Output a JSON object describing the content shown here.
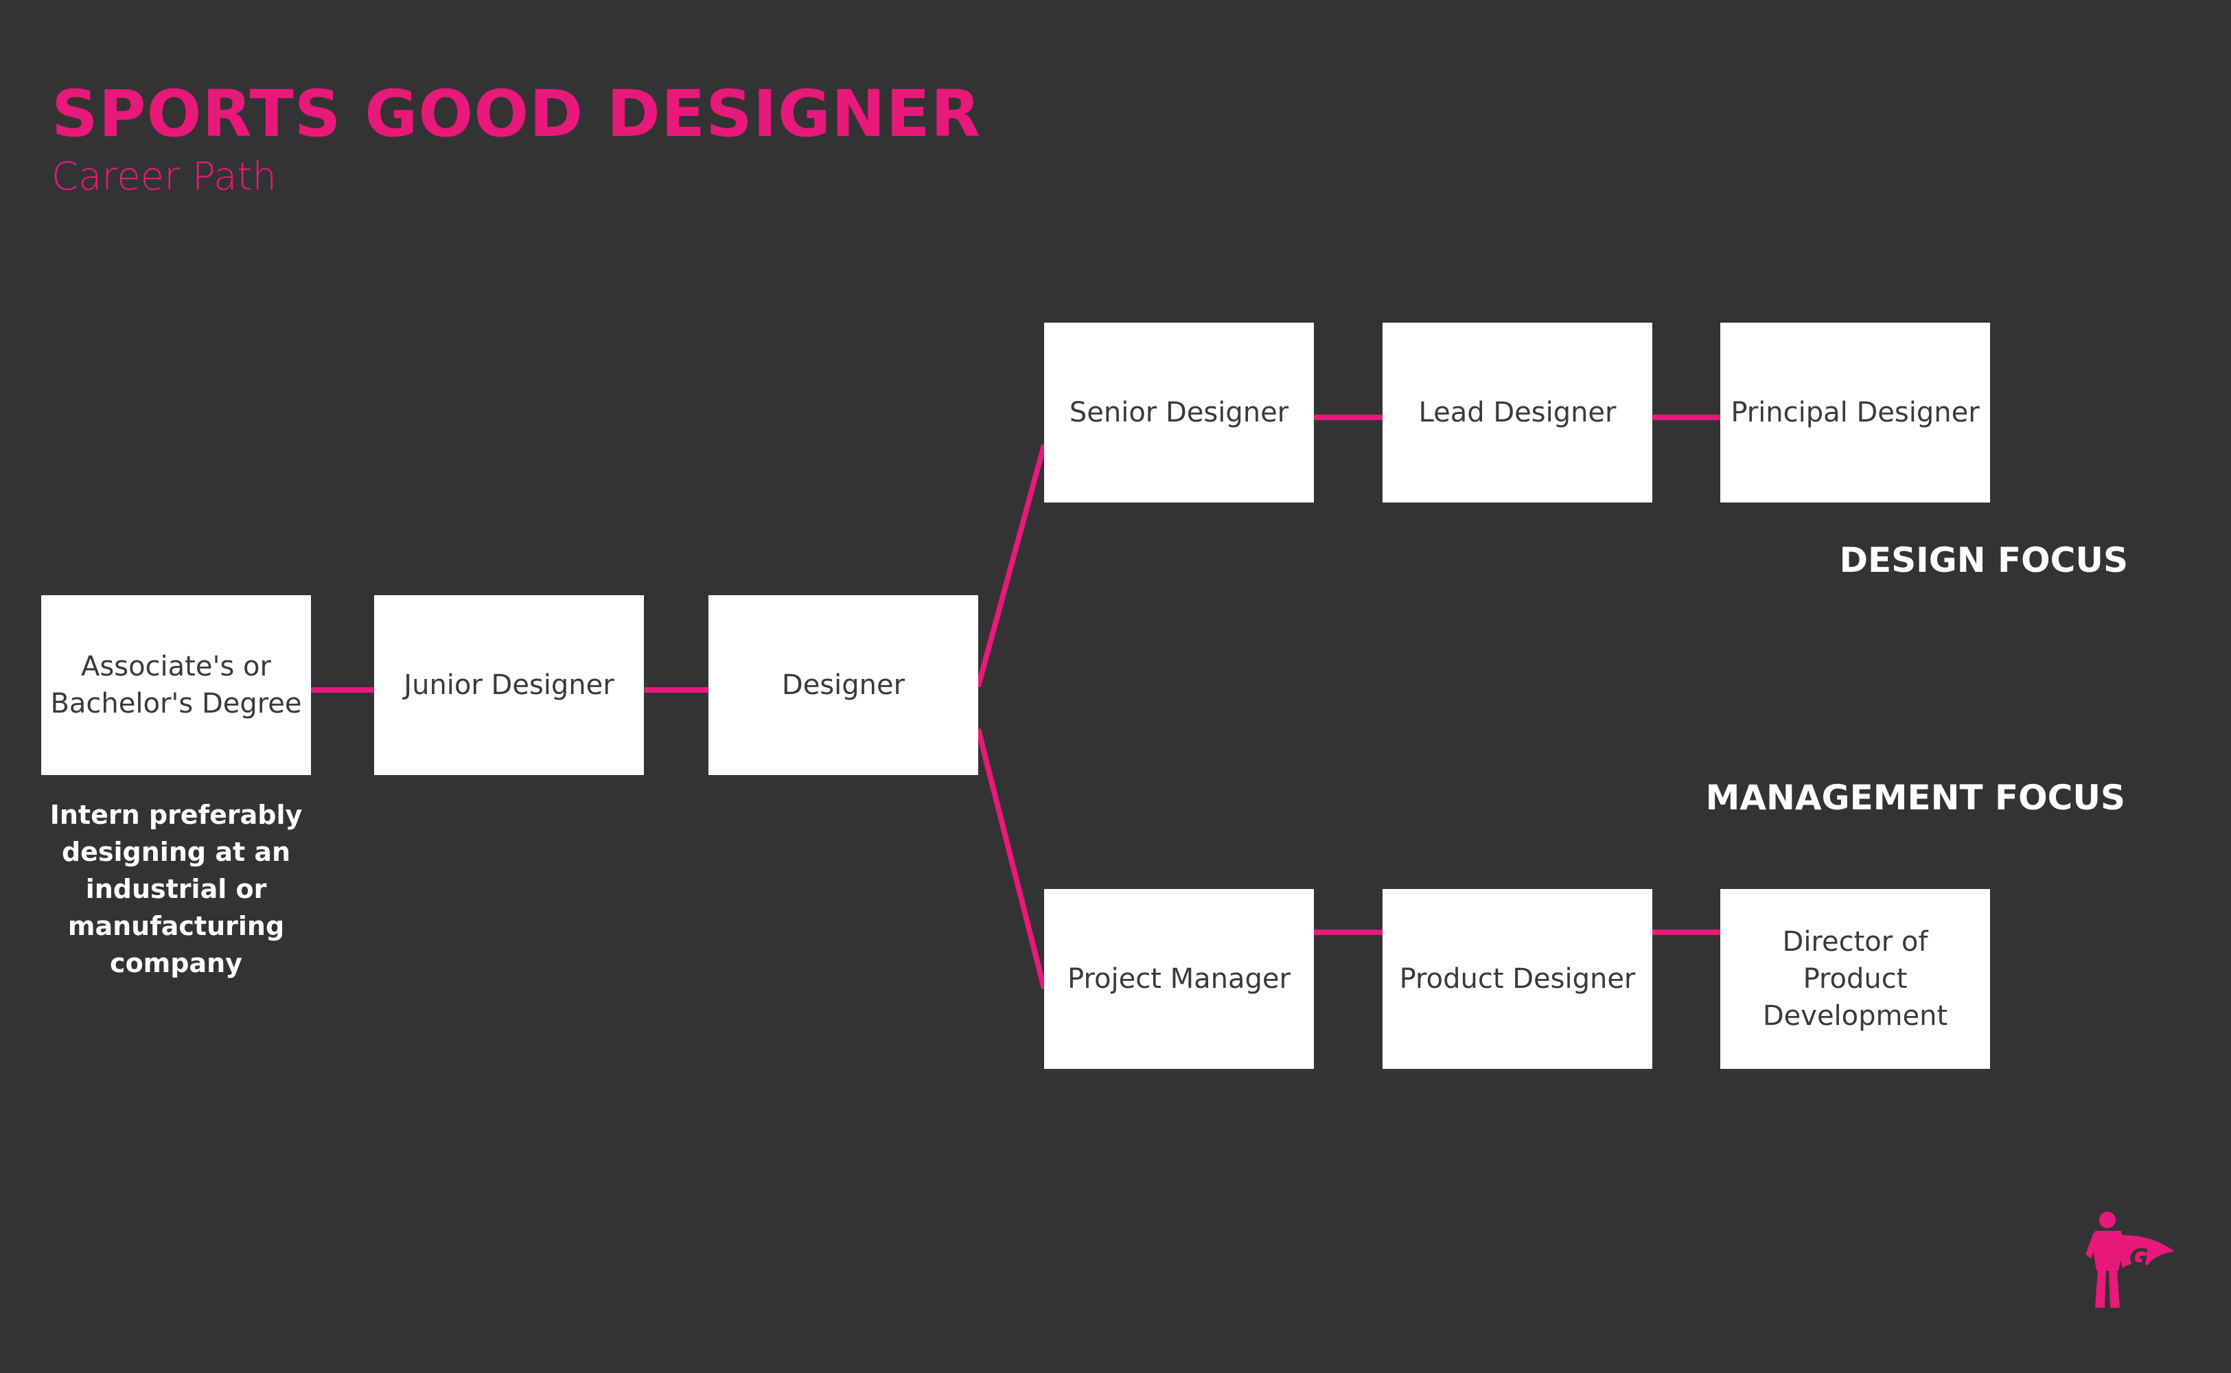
{
  "header": {
    "title": "SPORTS GOOD DESIGNER",
    "subtitle": "Career Path"
  },
  "colors": {
    "background": "#333333",
    "accent": "#e8197a",
    "box": "#ffffff",
    "box_text": "#3a3a3a"
  },
  "nodes": {
    "degree": "Associate's or\nBachelor's Degree",
    "junior": "Junior Designer",
    "designer": "Designer",
    "senior": "Senior Designer",
    "lead": "Lead Designer",
    "principal": "Principal Designer",
    "project_manager": "Project Manager",
    "product_designer": "Product Designer",
    "director": "Director of Product\nDevelopment"
  },
  "note": "Intern preferably\ndesigning at an\nindustrial or\nmanufacturing\ncompany",
  "focus": {
    "design": "DESIGN FOCUS",
    "management": "MANAGEMENT FOCUS"
  },
  "logo": {
    "icon": "superhero-logo-icon",
    "letter": "G"
  }
}
